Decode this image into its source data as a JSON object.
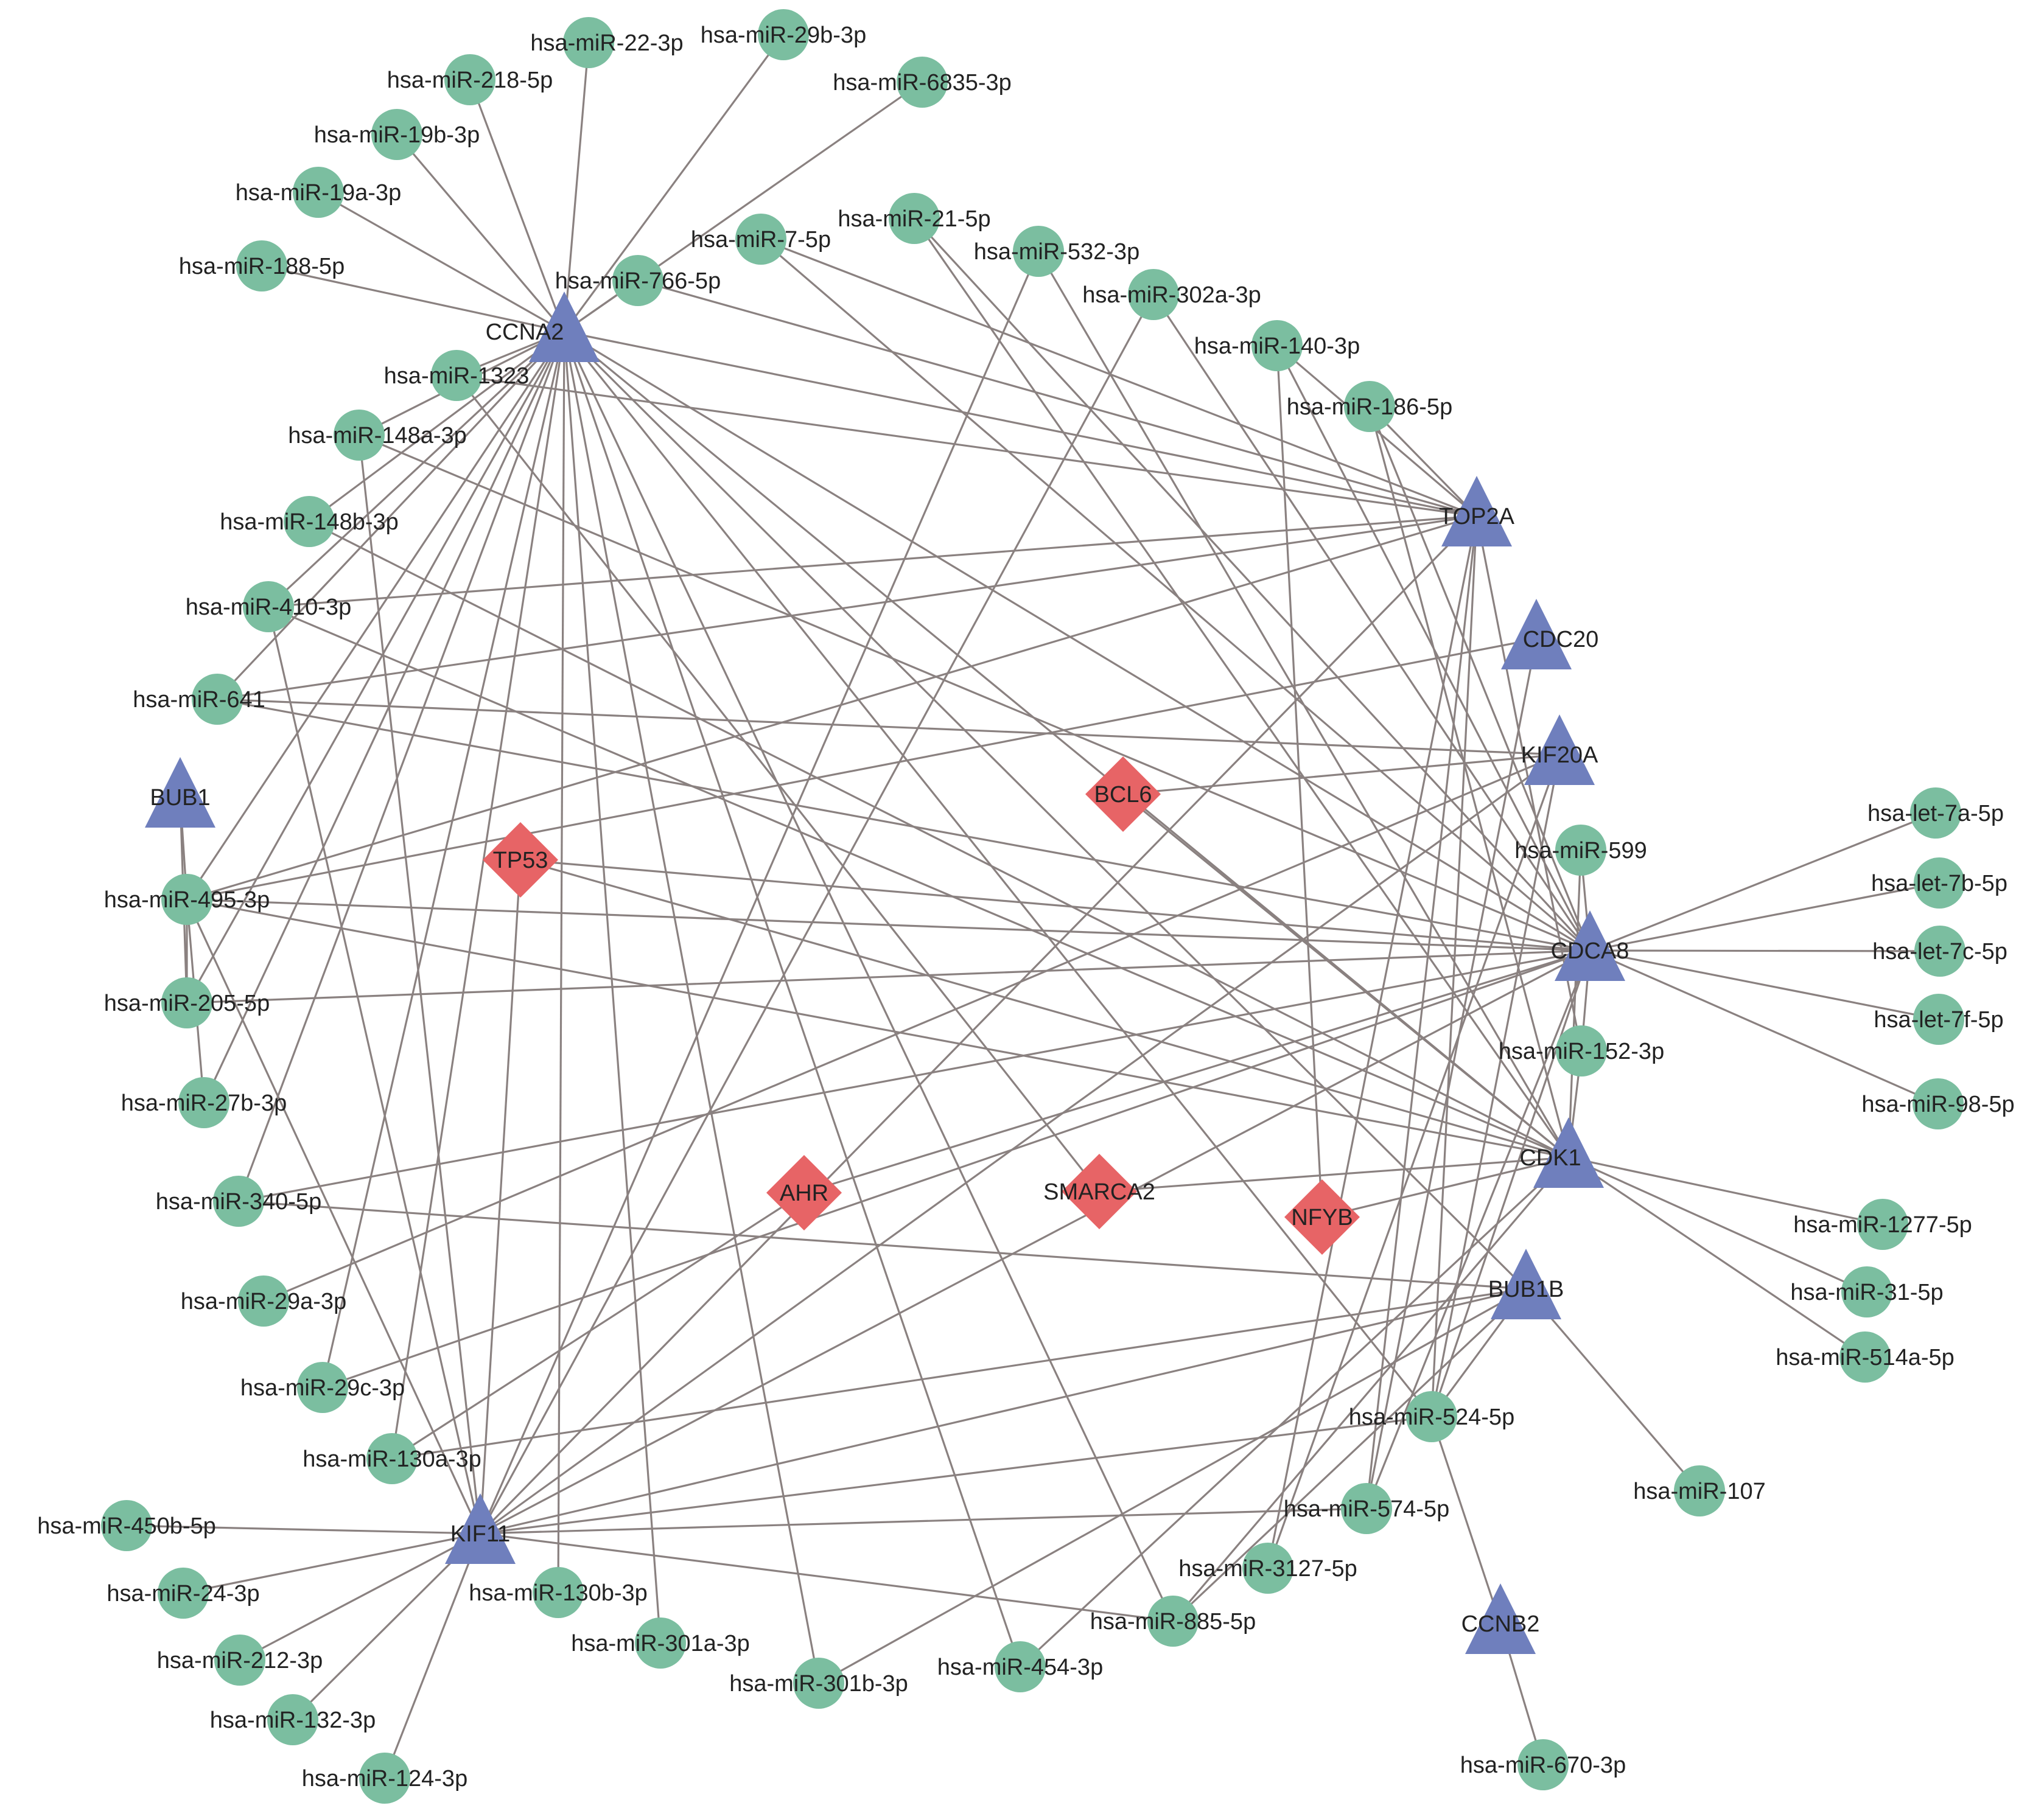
{
  "colors": {
    "mirna": "#7bbea0",
    "hub_gene": "#6f7fbd",
    "tf": "#e76466",
    "edge": "#8a8180",
    "label": "#222222"
  },
  "legend_semantics": {
    "circle": "miRNA",
    "triangle": "hub gene",
    "diamond": "transcription factor"
  },
  "nodes": {
    "m22": {
      "label": "hsa-miR-22-3p",
      "shape": "circle"
    },
    "m29b": {
      "label": "hsa-miR-29b-3p",
      "shape": "circle"
    },
    "m218": {
      "label": "hsa-miR-218-5p",
      "shape": "circle"
    },
    "m6835": {
      "label": "hsa-miR-6835-3p",
      "shape": "circle"
    },
    "m19b": {
      "label": "hsa-miR-19b-3p",
      "shape": "circle"
    },
    "m19a": {
      "label": "hsa-miR-19a-3p",
      "shape": "circle"
    },
    "m21": {
      "label": "hsa-miR-21-5p",
      "shape": "circle"
    },
    "m7": {
      "label": "hsa-miR-7-5p",
      "shape": "circle"
    },
    "m532": {
      "label": "hsa-miR-532-3p",
      "shape": "circle"
    },
    "m188": {
      "label": "hsa-miR-188-5p",
      "shape": "circle"
    },
    "m766": {
      "label": "hsa-miR-766-5p",
      "shape": "circle"
    },
    "m302a": {
      "label": "hsa-miR-302a-3p",
      "shape": "circle"
    },
    "CCNA2": {
      "label": "CCNA2",
      "shape": "triangle"
    },
    "m140": {
      "label": "hsa-miR-140-3p",
      "shape": "circle"
    },
    "m1323": {
      "label": "hsa-miR-1323",
      "shape": "circle"
    },
    "m186": {
      "label": "hsa-miR-186-5p",
      "shape": "circle"
    },
    "m148a": {
      "label": "hsa-miR-148a-3p",
      "shape": "circle"
    },
    "TOP2A": {
      "label": "TOP2A",
      "shape": "triangle"
    },
    "m148b": {
      "label": "hsa-miR-148b-3p",
      "shape": "circle"
    },
    "m410": {
      "label": "hsa-miR-410-3p",
      "shape": "circle"
    },
    "CDC20": {
      "label": "CDC20",
      "shape": "triangle"
    },
    "m641": {
      "label": "hsa-miR-641",
      "shape": "circle"
    },
    "KIF20A": {
      "label": "KIF20A",
      "shape": "triangle"
    },
    "BUB1": {
      "label": "BUB1",
      "shape": "triangle"
    },
    "BCL6": {
      "label": "BCL6",
      "shape": "diamond"
    },
    "let7a": {
      "label": "hsa-let-7a-5p",
      "shape": "circle"
    },
    "m599": {
      "label": "hsa-miR-599",
      "shape": "circle"
    },
    "TP53": {
      "label": "TP53",
      "shape": "diamond"
    },
    "let7b": {
      "label": "hsa-let-7b-5p",
      "shape": "circle"
    },
    "m495": {
      "label": "hsa-miR-495-3p",
      "shape": "circle"
    },
    "CDCA8": {
      "label": "CDCA8",
      "shape": "triangle"
    },
    "let7c": {
      "label": "hsa-let-7c-5p",
      "shape": "circle"
    },
    "m205": {
      "label": "hsa-miR-205-5p",
      "shape": "circle"
    },
    "let7f": {
      "label": "hsa-let-7f-5p",
      "shape": "circle"
    },
    "m152": {
      "label": "hsa-miR-152-3p",
      "shape": "circle"
    },
    "m27b": {
      "label": "hsa-miR-27b-3p",
      "shape": "circle"
    },
    "m98": {
      "label": "hsa-miR-98-5p",
      "shape": "circle"
    },
    "CDK1": {
      "label": "CDK1",
      "shape": "triangle"
    },
    "m340": {
      "label": "hsa-miR-340-5p",
      "shape": "circle"
    },
    "AHR": {
      "label": "AHR",
      "shape": "diamond"
    },
    "SMARCA2": {
      "label": "SMARCA2",
      "shape": "diamond"
    },
    "NFYB": {
      "label": "NFYB",
      "shape": "diamond"
    },
    "m1277": {
      "label": "hsa-miR-1277-5p",
      "shape": "circle"
    },
    "m29a": {
      "label": "hsa-miR-29a-3p",
      "shape": "circle"
    },
    "BUB1B": {
      "label": "BUB1B",
      "shape": "triangle"
    },
    "m31": {
      "label": "hsa-miR-31-5p",
      "shape": "circle"
    },
    "m514a": {
      "label": "hsa-miR-514a-5p",
      "shape": "circle"
    },
    "m29c": {
      "label": "hsa-miR-29c-3p",
      "shape": "circle"
    },
    "m524": {
      "label": "hsa-miR-524-5p",
      "shape": "circle"
    },
    "m130a": {
      "label": "hsa-miR-130a-3p",
      "shape": "circle"
    },
    "m107": {
      "label": "hsa-miR-107",
      "shape": "circle"
    },
    "m574": {
      "label": "hsa-miR-574-5p",
      "shape": "circle"
    },
    "m450b": {
      "label": "hsa-miR-450b-5p",
      "shape": "circle"
    },
    "KIF11": {
      "label": "KIF11",
      "shape": "triangle"
    },
    "m3127": {
      "label": "hsa-miR-3127-5p",
      "shape": "circle"
    },
    "m24": {
      "label": "hsa-miR-24-3p",
      "shape": "circle"
    },
    "m130b": {
      "label": "hsa-miR-130b-3p",
      "shape": "circle"
    },
    "m885": {
      "label": "hsa-miR-885-5p",
      "shape": "circle"
    },
    "CCNB2": {
      "label": "CCNB2",
      "shape": "triangle"
    },
    "m301a": {
      "label": "hsa-miR-301a-3p",
      "shape": "circle"
    },
    "m212": {
      "label": "hsa-miR-212-3p",
      "shape": "circle"
    },
    "m454": {
      "label": "hsa-miR-454-3p",
      "shape": "circle"
    },
    "m301b": {
      "label": "hsa-miR-301b-3p",
      "shape": "circle"
    },
    "m132": {
      "label": "hsa-miR-132-3p",
      "shape": "circle"
    },
    "m670": {
      "label": "hsa-miR-670-3p",
      "shape": "circle"
    },
    "m124": {
      "label": "hsa-miR-124-3p",
      "shape": "circle"
    }
  },
  "edges": [
    [
      "m22",
      "CCNA2"
    ],
    [
      "m29b",
      "CCNA2"
    ],
    [
      "m218",
      "CCNA2"
    ],
    [
      "m6835",
      "CCNA2"
    ],
    [
      "m19b",
      "CCNA2"
    ],
    [
      "m19a",
      "CCNA2"
    ],
    [
      "m188",
      "CCNA2"
    ],
    [
      "m766",
      "CCNA2"
    ],
    [
      "m1323",
      "CCNA2"
    ],
    [
      "m148a",
      "CCNA2"
    ],
    [
      "m148b",
      "CCNA2"
    ],
    [
      "m410",
      "CCNA2"
    ],
    [
      "m641",
      "CCNA2"
    ],
    [
      "m495",
      "CCNA2"
    ],
    [
      "m205",
      "CCNA2"
    ],
    [
      "m27b",
      "CCNA2"
    ],
    [
      "m340",
      "CCNA2"
    ],
    [
      "m29c",
      "CCNA2"
    ],
    [
      "m130a",
      "CCNA2"
    ],
    [
      "m130b",
      "CCNA2"
    ],
    [
      "m301a",
      "CCNA2"
    ],
    [
      "m301b",
      "CCNA2"
    ],
    [
      "m454",
      "CCNA2"
    ],
    [
      "m885",
      "CCNA2"
    ],
    [
      "m524",
      "CCNA2"
    ],
    [
      "CCNA2",
      "CDCA8"
    ],
    [
      "CCNA2",
      "CDK1"
    ],
    [
      "CCNA2",
      "TOP2A"
    ],
    [
      "CCNA2",
      "BUB1B"
    ],
    [
      "m7",
      "TOP2A"
    ],
    [
      "m766",
      "TOP2A"
    ],
    [
      "m1323",
      "TOP2A"
    ],
    [
      "m410",
      "TOP2A"
    ],
    [
      "m641",
      "TOP2A"
    ],
    [
      "m495",
      "TOP2A"
    ],
    [
      "m186",
      "TOP2A"
    ],
    [
      "m140",
      "TOP2A"
    ],
    [
      "TOP2A",
      "m152"
    ],
    [
      "TOP2A",
      "m3127"
    ],
    [
      "TOP2A",
      "m574"
    ],
    [
      "TOP2A",
      "m524"
    ],
    [
      "TOP2A",
      "KIF11"
    ],
    [
      "m7",
      "CDCA8"
    ],
    [
      "m21",
      "CDCA8"
    ],
    [
      "m302a",
      "CDCA8"
    ],
    [
      "m140",
      "CDCA8"
    ],
    [
      "m186",
      "CDCA8"
    ],
    [
      "m148a",
      "CDCA8"
    ],
    [
      "m641",
      "CDCA8"
    ],
    [
      "m495",
      "CDCA8"
    ],
    [
      "m205",
      "CDCA8"
    ],
    [
      "m340",
      "CDCA8"
    ],
    [
      "TP53",
      "CDCA8"
    ],
    [
      "CDCA8",
      "let7a"
    ],
    [
      "CDCA8",
      "let7b"
    ],
    [
      "CDCA8",
      "let7c"
    ],
    [
      "CDCA8",
      "let7f"
    ],
    [
      "CDCA8",
      "m98"
    ],
    [
      "CDCA8",
      "m152"
    ],
    [
      "CDCA8",
      "m524"
    ],
    [
      "CDCA8",
      "m29c"
    ],
    [
      "CDCA8",
      "AHR"
    ],
    [
      "CDCA8",
      "m599"
    ],
    [
      "CDCA8",
      "KIF11"
    ],
    [
      "CDCA8",
      "m574"
    ],
    [
      "m21",
      "CDK1"
    ],
    [
      "m532",
      "CDK1"
    ],
    [
      "m186",
      "CDK1"
    ],
    [
      "m148b",
      "CDK1"
    ],
    [
      "m410",
      "CDK1"
    ],
    [
      "m495",
      "CDK1"
    ],
    [
      "TP53",
      "CDK1"
    ],
    [
      "BCL6",
      "CDK1"
    ],
    [
      "SMARCA2",
      "CDK1"
    ],
    [
      "NFYB",
      "CDK1"
    ],
    [
      "CDK1",
      "m1277"
    ],
    [
      "CDK1",
      "m31"
    ],
    [
      "CDK1",
      "m514a"
    ],
    [
      "CDK1",
      "m152"
    ],
    [
      "CDK1",
      "m599"
    ],
    [
      "CDK1",
      "m885"
    ],
    [
      "CDK1",
      "m454"
    ],
    [
      "m641",
      "KIF20A"
    ],
    [
      "BCL6",
      "KIF20A"
    ],
    [
      "KIF20A",
      "m29a"
    ],
    [
      "KIF20A",
      "m524"
    ],
    [
      "KIF20A",
      "m3127"
    ],
    [
      "KIF20A",
      "KIF11"
    ],
    [
      "CDC20",
      "m495"
    ],
    [
      "CDC20",
      "m574"
    ],
    [
      "BUB1",
      "m495"
    ],
    [
      "BUB1",
      "m205"
    ],
    [
      "BUB1B",
      "m340"
    ],
    [
      "BUB1B",
      "KIF11"
    ],
    [
      "BUB1B",
      "m107"
    ],
    [
      "BUB1B",
      "m524"
    ],
    [
      "BUB1B",
      "m301b"
    ],
    [
      "BUB1B",
      "m130a"
    ],
    [
      "BUB1B",
      "m885"
    ],
    [
      "m495",
      "m205"
    ],
    [
      "m495",
      "m27b"
    ],
    [
      "m495",
      "KIF11"
    ],
    [
      "m532",
      "KIF11"
    ],
    [
      "m302a",
      "KIF11"
    ],
    [
      "m148a",
      "KIF11"
    ],
    [
      "m410",
      "KIF11"
    ],
    [
      "TP53",
      "KIF11"
    ],
    [
      "SMARCA2",
      "m1323"
    ],
    [
      "NFYB",
      "m140"
    ],
    [
      "AHR",
      "m130a"
    ],
    [
      "KIF11",
      "m450b"
    ],
    [
      "KIF11",
      "m24"
    ],
    [
      "KIF11",
      "m212"
    ],
    [
      "KIF11",
      "m132"
    ],
    [
      "KIF11",
      "m124"
    ],
    [
      "KIF11",
      "m885"
    ],
    [
      "KIF11",
      "m574"
    ],
    [
      "KIF11",
      "m524"
    ],
    [
      "m524",
      "CCNB2"
    ],
    [
      "CCNB2",
      "m670"
    ]
  ]
}
